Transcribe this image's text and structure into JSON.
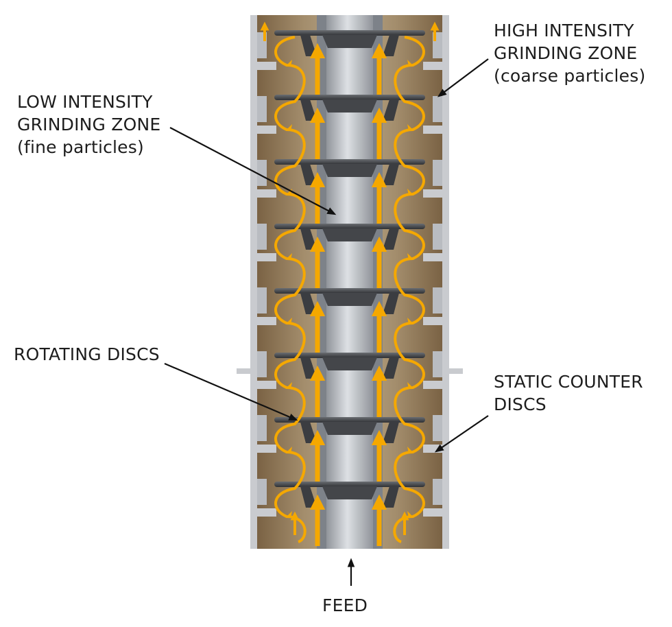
{
  "labels": {
    "high_zone": [
      "HIGH INTENSITY",
      "GRINDING ZONE",
      "(coarse particles)"
    ],
    "low_zone": [
      "LOW INTENSITY",
      "GRINDING ZONE",
      "(fine particles)"
    ],
    "rotating_discs": [
      "ROTATING DISCS"
    ],
    "static_discs": [
      "STATIC COUNTER",
      "DISCS"
    ],
    "feed": [
      "FEED"
    ]
  },
  "colors": {
    "flow_arrow": "#f5a800",
    "chamber": "#8b7250",
    "shell": "#c9cbcf",
    "shaft": "#b7bbc1",
    "disc": "#4a4c50"
  },
  "diagram": {
    "rotating_disc_count": 8,
    "static_counter_disc_count": 8
  }
}
